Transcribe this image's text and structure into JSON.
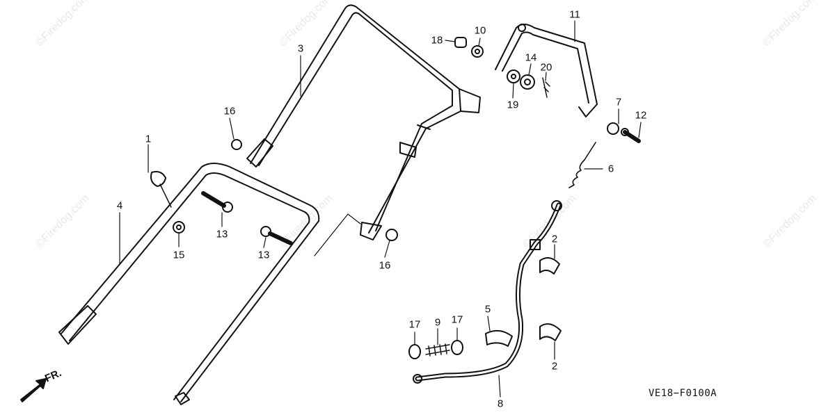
{
  "diagram_code": "VE18−F0100A",
  "direction_label": "FR.",
  "watermark_text": "©Firedog.com",
  "ink_color": "#111111",
  "labels": {
    "p1": "1",
    "p2a": "2",
    "p2b": "2",
    "p3": "3",
    "p4": "4",
    "p5": "5",
    "p6": "6",
    "p7": "7",
    "p8": "8",
    "p9": "9",
    "p10": "10",
    "p11": "11",
    "p12": "12",
    "p13a": "13",
    "p13b": "13",
    "p14": "14",
    "p15": "15",
    "p16a": "16",
    "p16b": "16",
    "p17a": "17",
    "p17b": "17",
    "p18": "18",
    "p19": "19",
    "p20": "20"
  }
}
